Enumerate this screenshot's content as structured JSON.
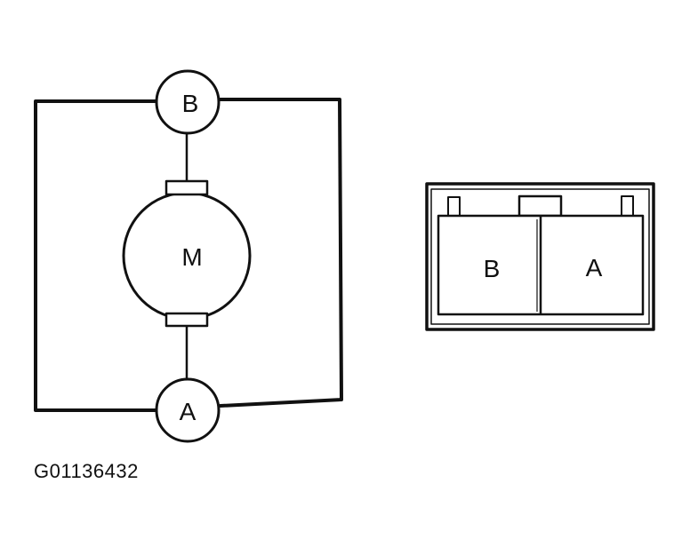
{
  "schematic": {
    "terminal_top_label": "B",
    "terminal_bottom_label": "A",
    "motor_label": "M"
  },
  "connector": {
    "cavity_left_label": "B",
    "cavity_right_label": "A"
  },
  "figure_code": "G01136432",
  "colors": {
    "line": "#111111",
    "background": "#ffffff"
  }
}
